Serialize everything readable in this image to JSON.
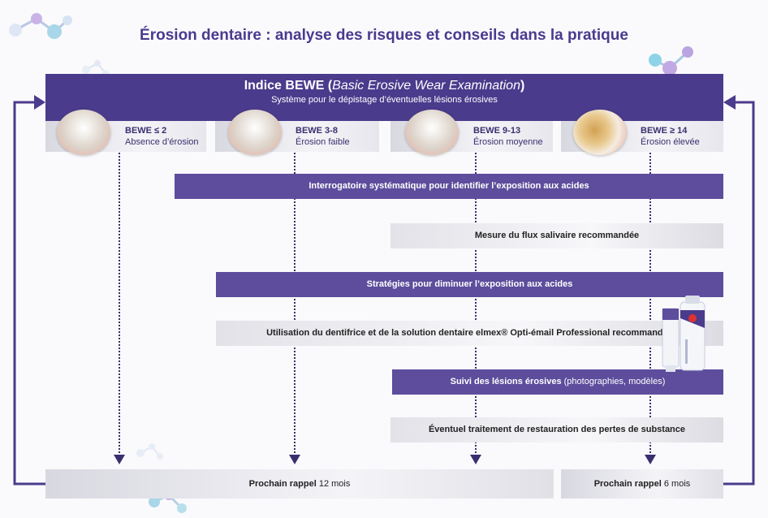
{
  "title": "Érosion dentaire : analyse des risques et conseils dans la pratique",
  "header": {
    "name": "Indice BEWE",
    "paren_open": "(",
    "expansion": "Basic Erosive Wear Examination",
    "paren_close": ")",
    "subtitle": "Système pour le dépistage d’éventuelles lésions érosives"
  },
  "levels": [
    {
      "code": "BEWE ≤ 2",
      "desc": "Absence d’érosion"
    },
    {
      "code": "BEWE 3-8",
      "desc": "Érosion faible"
    },
    {
      "code": "BEWE 9-13",
      "desc": "Érosion moyenne"
    },
    {
      "code": "BEWE ≥ 14",
      "desc": "Érosion élevée"
    }
  ],
  "steps": [
    {
      "bold": "Interrogatoire systématique pour identifier l’exposition aux acides",
      "normal": ""
    },
    {
      "bold": "Mesure du flux salivaire recommandée",
      "normal": ""
    },
    {
      "bold": "Stratégies pour diminuer l’exposition aux acides",
      "normal": ""
    },
    {
      "bold": "Utilisation du dentifrice et de la solution dentaire elmex® Opti-émail Professional recommandée",
      "normal": ""
    },
    {
      "bold": "Suivi des lésions érosives",
      "normal": " (photographies, modèles)"
    },
    {
      "bold": "Éventuel traitement de restauration des pertes de substance",
      "normal": ""
    }
  ],
  "recall": [
    {
      "bold": "Prochain rappel",
      "normal": " 12 mois"
    },
    {
      "bold": "Prochain rappel",
      "normal": " 6 mois"
    }
  ],
  "colors": {
    "primary": "#4b3b8c",
    "bar_purple": "#5d4d9c",
    "text_dark": "#3a2f6e"
  }
}
